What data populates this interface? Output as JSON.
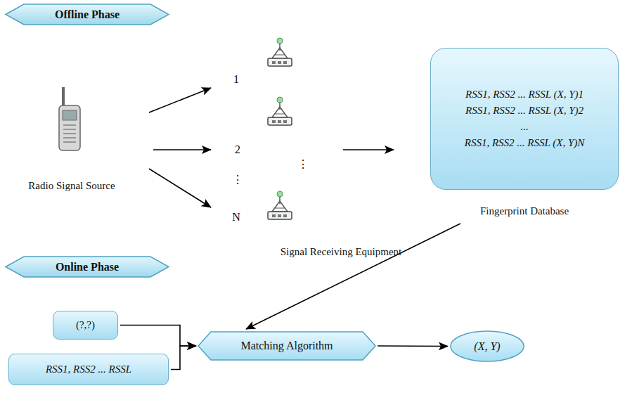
{
  "diagram": {
    "nodes": [
      {
        "text": [
          "Offline Phase"
        ]
      },
      {
        "text": [
          "RSS1, RSS2 ... RSSL (X, Y)1",
          "RSS1, RSS2 ... RSSL (X, Y)2",
          "...",
          "RSS1, RSS2 ... RSSL (X, Y)N",
          "Fingerprint Database"
        ]
      },
      {
        "text": [
          "Online Phase"
        ]
      },
      {
        "text": [
          "(?,?)"
        ]
      },
      {
        "text": [
          "RSS1, RSS2 ... RSSL"
        ]
      },
      {
        "text": [
          "Matching Algorithm"
        ]
      },
      {
        "text": [
          "(X, Y)"
        ]
      }
    ],
    "edges": [
      {
        "from": 1,
        "to": 5,
        "arrow": "to"
      },
      {
        "from": 3,
        "to": 5,
        "arrow": "to"
      },
      {
        "from": 4,
        "to": 5,
        "arrow": "to"
      },
      {
        "from": 5,
        "to": 6,
        "arrow": "to"
      }
    ],
    "labels": [
      "Radio Signal Source",
      "1",
      "2",
      "⋮",
      "N",
      "⋮",
      "Signal Receiving Equipment"
    ]
  }
}
